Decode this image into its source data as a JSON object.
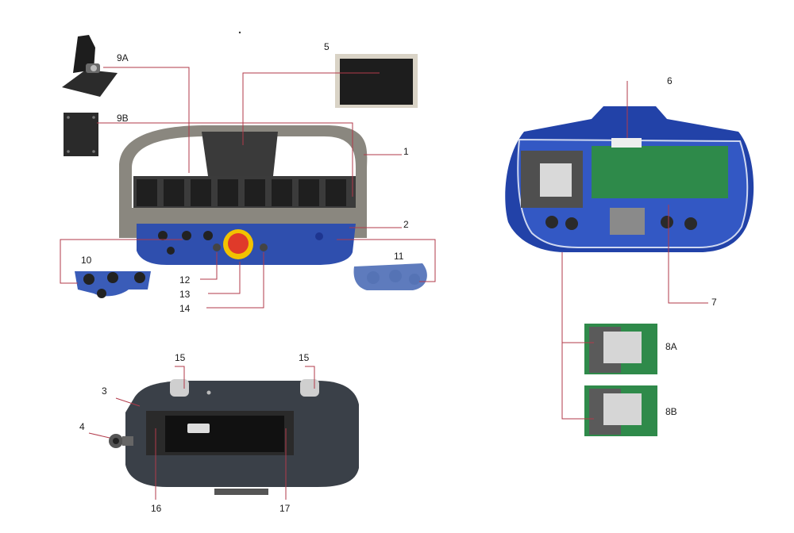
{
  "colors": {
    "leader_line": "#b23a4a",
    "body_grey": "#8d8a82",
    "body_dark": "#3a3f46",
    "blue_housing": "#2c4fb5",
    "pcb_green": "#2e8a4a",
    "estop_red": "#e03a2a",
    "estop_yellow": "#f2c200"
  },
  "callouts": [
    {
      "id": "c1",
      "text": "1"
    },
    {
      "id": "c2",
      "text": "2"
    },
    {
      "id": "c3",
      "text": "3"
    },
    {
      "id": "c4",
      "text": "4"
    },
    {
      "id": "c5",
      "text": "5"
    },
    {
      "id": "c6",
      "text": "6"
    },
    {
      "id": "c7",
      "text": "7"
    },
    {
      "id": "c8a",
      "text": "8A"
    },
    {
      "id": "c8b",
      "text": "8B"
    },
    {
      "id": "c9a",
      "text": "9A"
    },
    {
      "id": "c9b",
      "text": "9B"
    },
    {
      "id": "c10",
      "text": "10"
    },
    {
      "id": "c11",
      "text": "11"
    },
    {
      "id": "c12",
      "text": "12"
    },
    {
      "id": "c13",
      "text": "13"
    },
    {
      "id": "c14",
      "text": "14"
    },
    {
      "id": "c15a",
      "text": "15"
    },
    {
      "id": "c15b",
      "text": "15"
    },
    {
      "id": "c16",
      "text": "16"
    },
    {
      "id": "c17",
      "text": "17"
    }
  ]
}
